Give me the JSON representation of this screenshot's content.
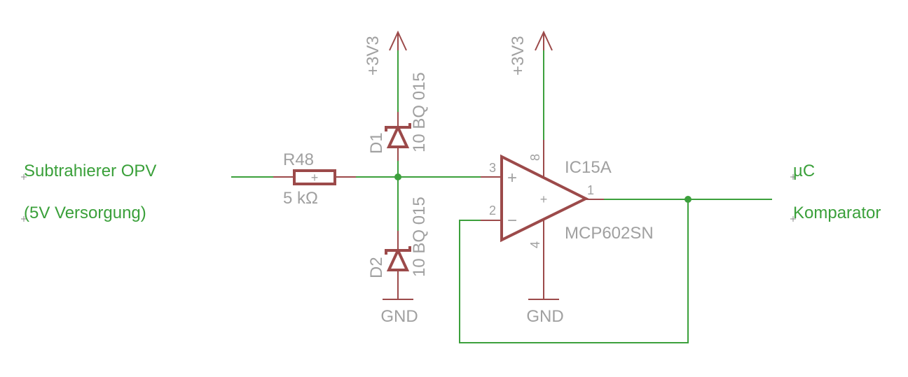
{
  "colors": {
    "wire": "#3ca03c",
    "part": "#9c4a4a",
    "label_net": "#3aa03a",
    "label_part": "#a0a0a0"
  },
  "net_labels": {
    "input_line1": "Subtrahierer OPV",
    "input_line2": "(5V Versorgung)",
    "output_line1": "µC",
    "output_line2": "Komparator"
  },
  "resistor": {
    "name": "R48",
    "value": "5 kΩ",
    "center_mark": "+"
  },
  "diode_top": {
    "name": "D1",
    "value": "10 BQ 015"
  },
  "diode_bottom": {
    "name": "D2",
    "value": "10 BQ 015"
  },
  "supply": {
    "diode_supply": "+3V3",
    "opamp_supply": "+3V3"
  },
  "ground": {
    "diode_gnd": "GND",
    "opamp_gnd": "GND"
  },
  "opamp": {
    "name": "IC15A",
    "value": "MCP602SN",
    "pin_noninv": "3",
    "pin_inv": "2",
    "pin_out": "1",
    "pin_vdd": "8",
    "pin_vss": "4",
    "sym_plus": "+",
    "sym_minus": "−",
    "center_mark": "+"
  }
}
